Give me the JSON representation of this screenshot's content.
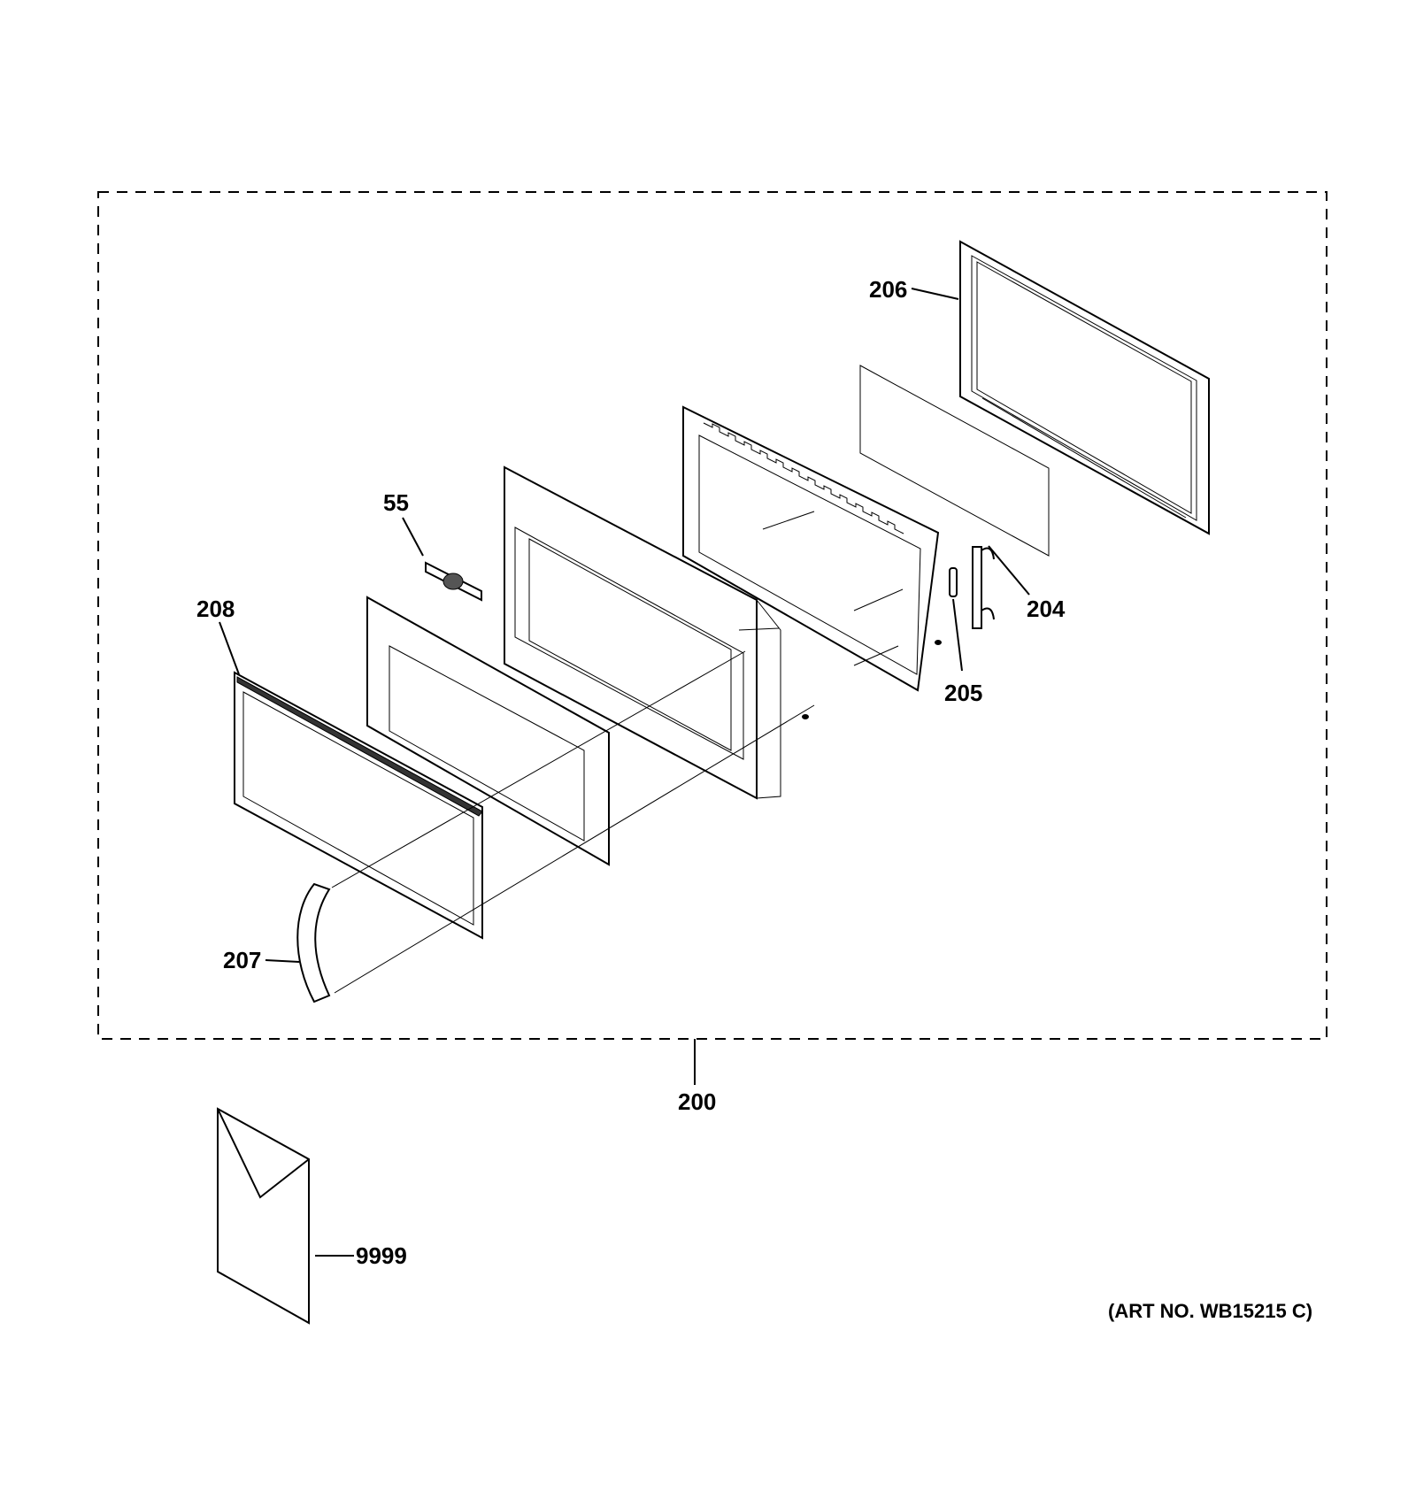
{
  "labels": {
    "p206": "206",
    "p55": "55",
    "p208": "208",
    "p204": "204",
    "p205": "205",
    "p207": "207",
    "p200": "200",
    "p9999": "9999"
  },
  "art_number": "(ART NO. WB15215 C)"
}
